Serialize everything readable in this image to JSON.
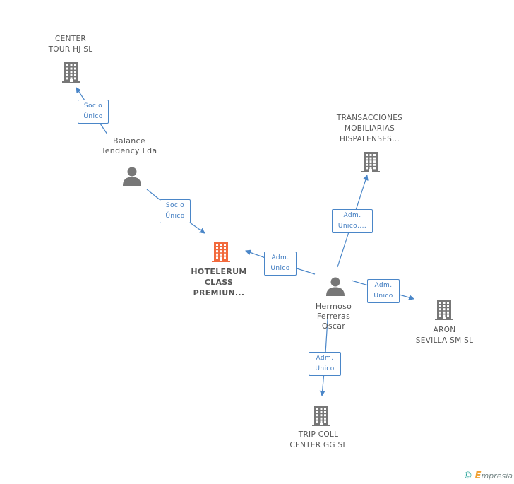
{
  "nodes": {
    "center_tour": {
      "lines": [
        "CENTER",
        "TOUR HJ  SL"
      ]
    },
    "balance": {
      "lines": [
        "Balance",
        "Tendency Lda"
      ]
    },
    "transacciones": {
      "lines": [
        "TRANSACCIONES",
        "MOBILIARIAS",
        "HISPALENSES..."
      ]
    },
    "hotelerum": {
      "lines": [
        "HOTELERUM",
        "CLASS",
        "PREMIUN..."
      ]
    },
    "hermoso": {
      "lines": [
        "Hermoso",
        "Ferreras",
        "Oscar"
      ]
    },
    "aron": {
      "lines": [
        "ARON",
        "SEVILLA SM  SL"
      ]
    },
    "trip_coll": {
      "lines": [
        "TRIP COLL",
        "CENTER GG  SL"
      ]
    }
  },
  "edges": {
    "socio_center": {
      "lines": [
        "Socio",
        "Único"
      ]
    },
    "socio_hotel": {
      "lines": [
        "Socio",
        "Único"
      ]
    },
    "adm_trans": {
      "lines": [
        "Adm.",
        "Unico,..."
      ]
    },
    "adm_hotel": {
      "lines": [
        "Adm.",
        "Unico"
      ]
    },
    "adm_aron": {
      "lines": [
        "Adm.",
        "Unico"
      ]
    },
    "adm_trip": {
      "lines": [
        "Adm.",
        "Unico"
      ]
    }
  },
  "colors": {
    "company": "#777777",
    "focus_company": "#f26a3d",
    "person": "#777777",
    "edge": "#4a86c8"
  },
  "icons": {
    "company": "building-icon",
    "person": "person-icon"
  },
  "brand": {
    "copyright": "©",
    "initial": "E",
    "rest": "mpresia"
  }
}
